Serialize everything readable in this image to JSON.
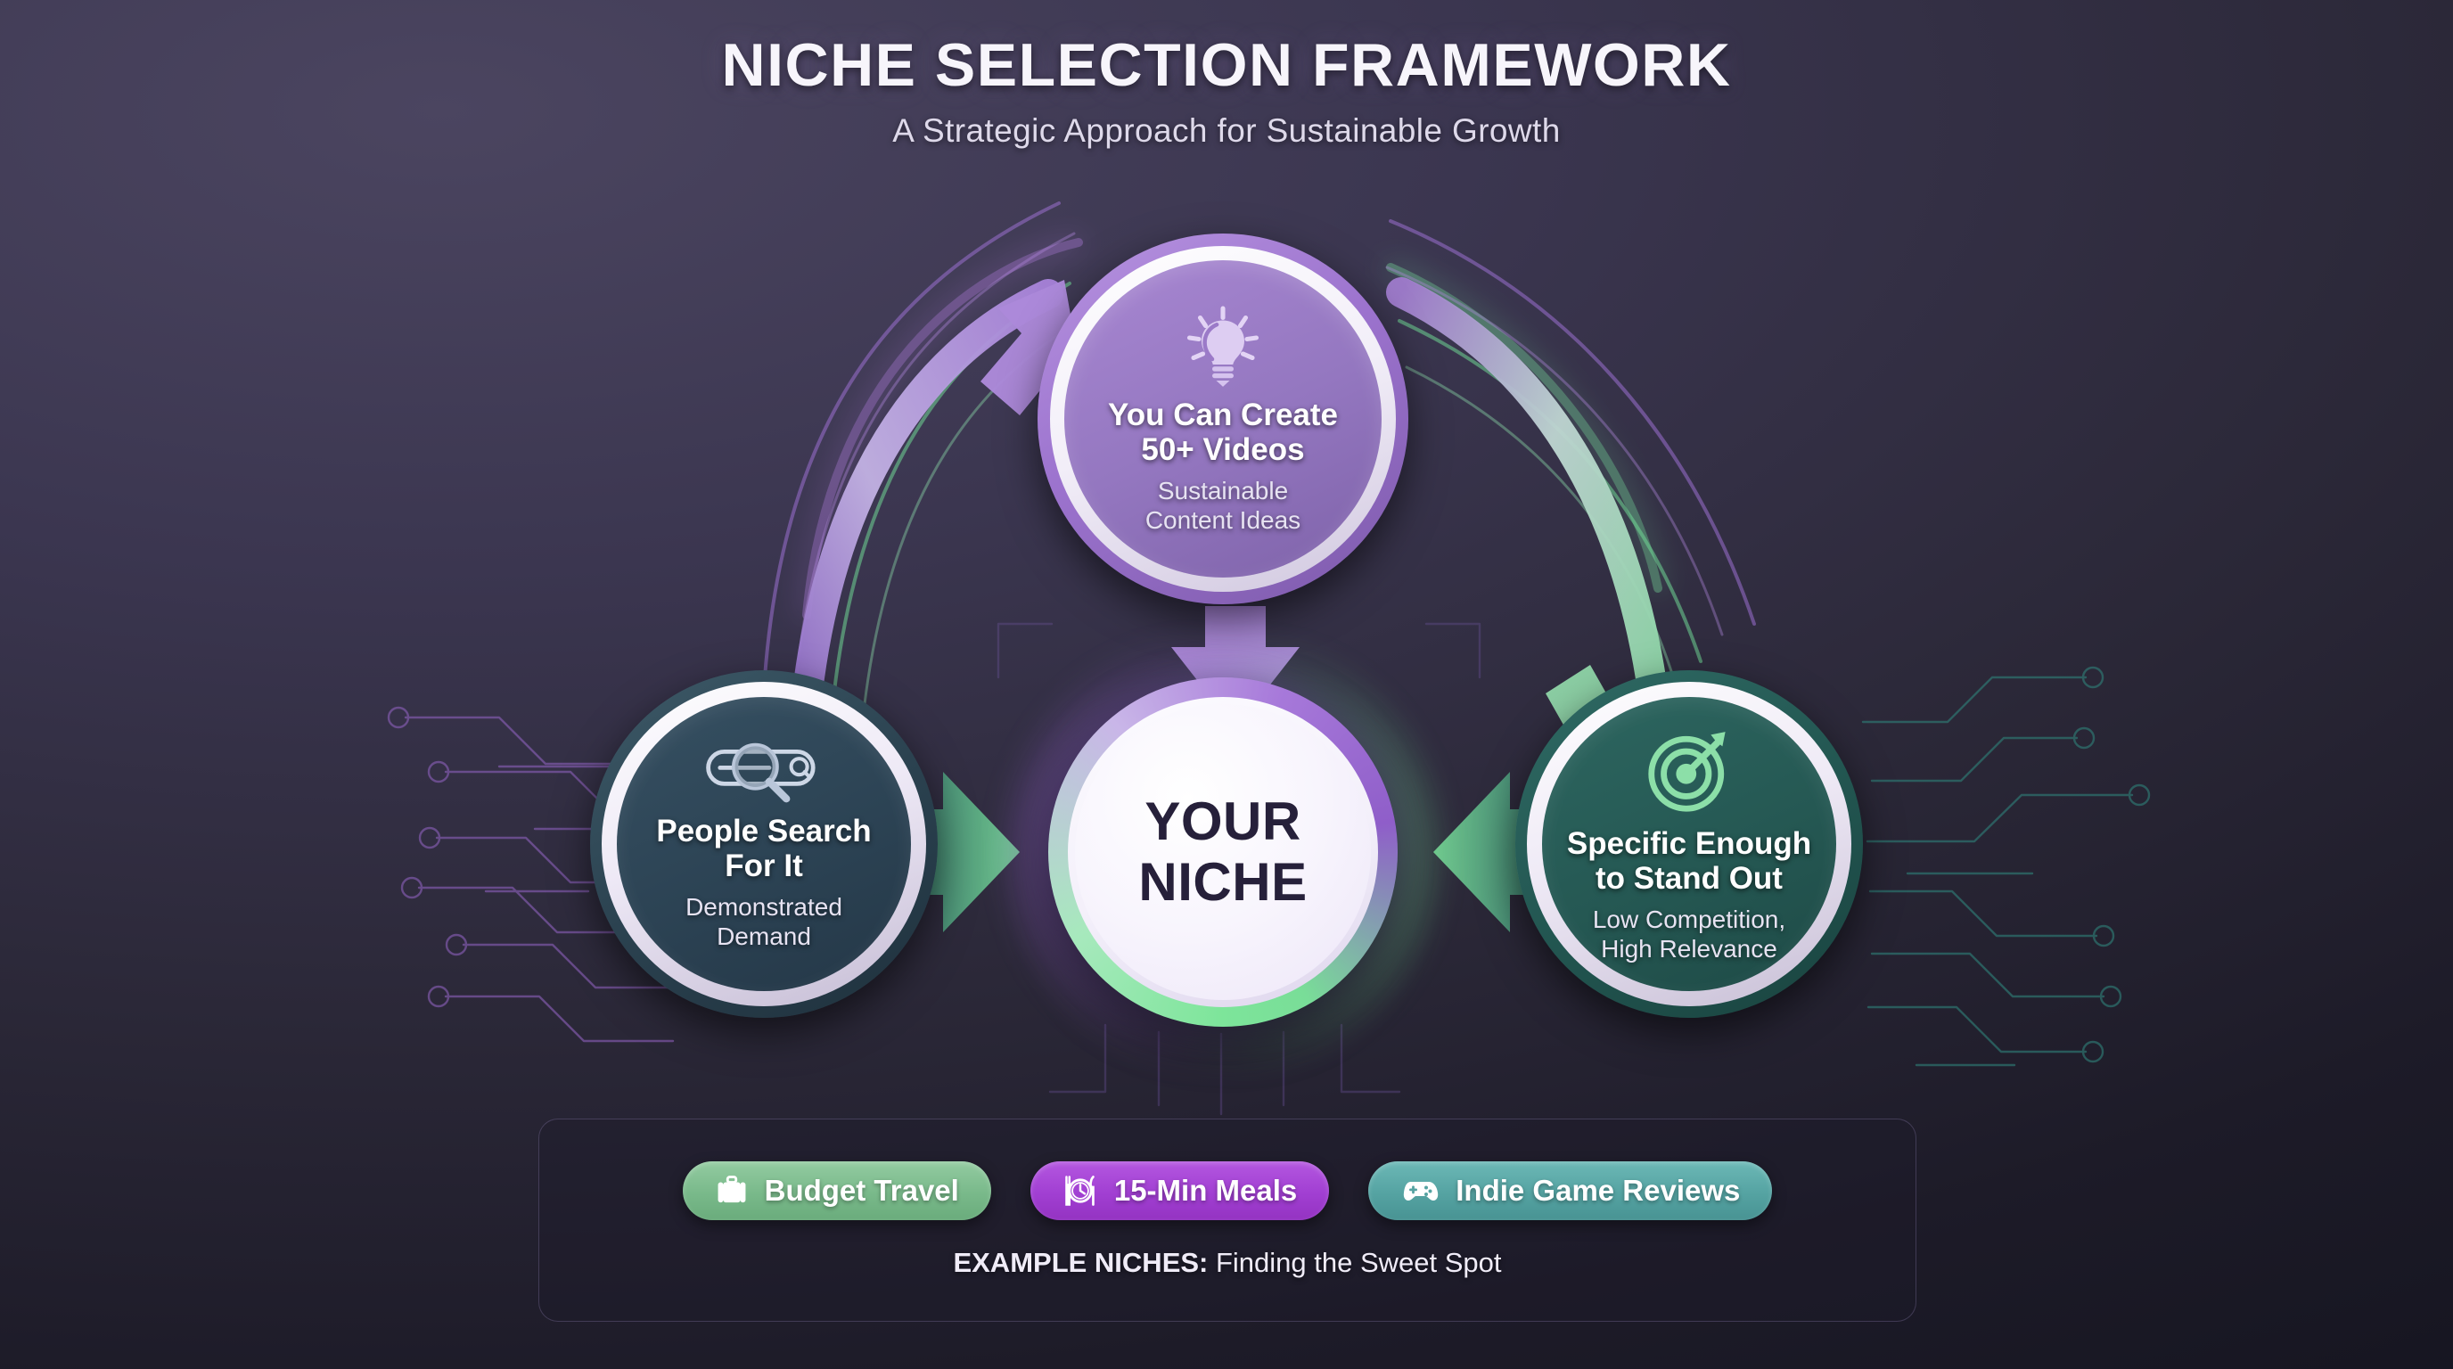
{
  "header": {
    "title": "NICHE SELECTION FRAMEWORK",
    "subtitle": "A Strategic Approach for Sustainable Growth"
  },
  "center": {
    "name": "your-niche",
    "line1": "YOUR",
    "line2": "NICHE",
    "text_color": "#26203a"
  },
  "nodes": [
    {
      "id": "top",
      "icon": "lightbulb-icon",
      "title_line1": "You Can Create",
      "title_line2": "50+ Videos",
      "sub_line1": "Sustainable",
      "sub_line2": "Content Ideas",
      "color": "#9477c0"
    },
    {
      "id": "left",
      "icon": "search-bar-icon",
      "title_line1": "People Search",
      "title_line2": "For It",
      "sub_line1": "Demonstrated",
      "sub_line2": "Demand",
      "color": "#2c4354"
    },
    {
      "id": "right",
      "icon": "target-icon",
      "title_line1": "Specific Enough",
      "title_line2": "to Stand Out",
      "sub_line1": "Low Competition,",
      "sub_line2": "High Relevance",
      "color": "#255853"
    }
  ],
  "panel": {
    "pills": [
      {
        "label": "Budget Travel",
        "icon": "suitcase-icon",
        "color": "#7fbd8e"
      },
      {
        "label": "15-Min Meals",
        "icon": "meal-clock-icon",
        "color": "#a53fd4"
      },
      {
        "label": "Indie Game Reviews",
        "icon": "gamepad-icon",
        "color": "#5ba8a8"
      }
    ],
    "caption_bold": "EXAMPLE NICHES:",
    "caption_rest": " Finding the Sweet Spot"
  },
  "theme": {
    "background_dark": "#14141f",
    "background_light": "#4b4560",
    "accent_purple": "#a779da",
    "accent_green": "#8ddba6",
    "accent_teal": "#2d6660"
  }
}
